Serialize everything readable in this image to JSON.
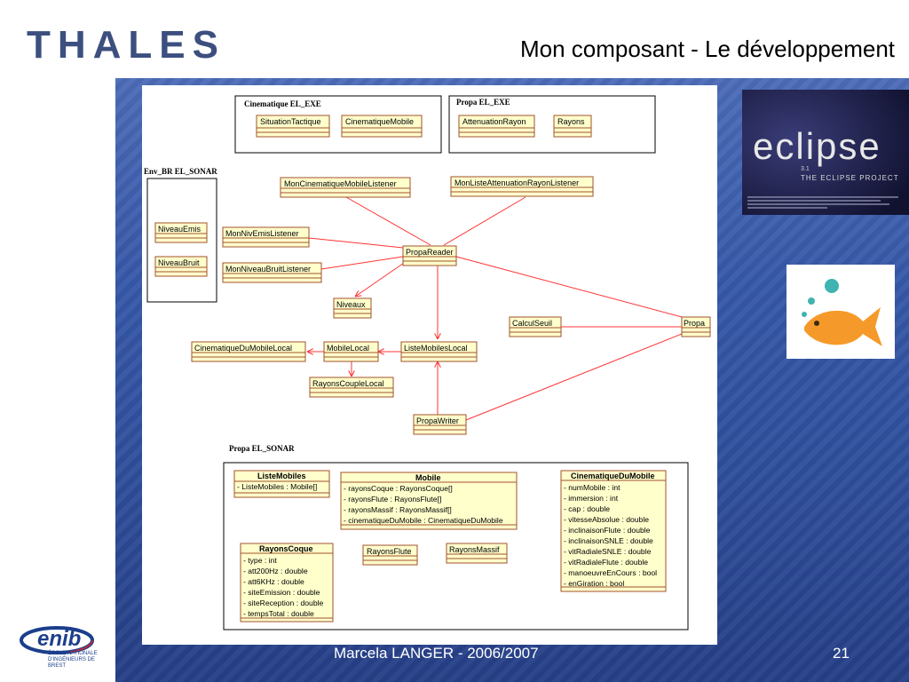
{
  "header": {
    "logo": "THALES",
    "title": "Mon composant - Le développement"
  },
  "footer": {
    "author": "Marcela LANGER - 2006/2007",
    "page_number": "21"
  },
  "eclipse_logo": {
    "word": "eclipse",
    "version": "3.1",
    "project": "THE ECLIPSE PROJECT"
  },
  "enib_logo": {
    "title": "enib",
    "subtitle_line1": "ÉCOLE NATIONALE",
    "subtitle_line2": "D'INGÉNIEURS DE BREST"
  },
  "diagram": {
    "packages": {
      "cinematique": "Cinematique EL_EXE",
      "propa_exe": "Propa EL_EXE",
      "env_br": "Env_BR EL_SONAR",
      "propa_sonar": "Propa EL_SONAR"
    },
    "classes": {
      "situation_tactique": "SituationTactique",
      "cinematique_mobile": "CinematiqueMobile",
      "attenuation_rayon": "AttenuationRayon",
      "rayons": "Rayons",
      "mon_cinematique_listener": "MonCinematiqueMobileListener",
      "mon_liste_attenuation_listener": "MonListeAttenuationRayonListener",
      "niveau_emis": "NiveauEmis",
      "niveau_bruit": "NiveauBruit",
      "mon_niv_emis_listener": "MonNivEmisListener",
      "mon_niveau_bruit_listener": "MonNiveauBruitListener",
      "propa_reader": "PropaReader",
      "niveaux": "Niveaux",
      "calcul_seuil": "CalculSeuil",
      "propa": "Propa",
      "cinematique_du_mobile_local": "CinematiqueDuMobileLocal",
      "mobile_local": "MobileLocal",
      "liste_mobiles_local": "ListeMobilesLocal",
      "rayons_couple_local": "RayonsCoupleLocal",
      "propa_writer": "PropaWriter",
      "rayons_flute": "RayonsFlute",
      "rayons_massif": "RayonsMassif"
    },
    "detailed_classes": {
      "liste_mobiles": {
        "name": "ListeMobiles",
        "attributes": [
          "- ListeMobiles : Mobile[]"
        ]
      },
      "mobile": {
        "name": "Mobile",
        "attributes": [
          "- rayonsCoque : RayonsCoque[]",
          "- rayonsFlute : RayonsFlute[]",
          "- rayonsMassif : RayonsMassif[]",
          "- cinematiqueDuMobile : CinematiqueDuMobile"
        ]
      },
      "cinematique_du_mobile": {
        "name": "CinematiqueDuMobile",
        "attributes": [
          "- numMobile : int",
          "- immersion : int",
          "- cap : double",
          "- vitesseAbsolue : double",
          "- inclinaisonFlute : double",
          "- inclinaisonSNLE : double",
          "- vitRadialeSNLE : double",
          "- vitRadialeFlute : double",
          "- manoeuvreEnCours : bool",
          "- enGiration : bool"
        ]
      },
      "rayons_coque": {
        "name": "RayonsCoque",
        "attributes": [
          "- type : int",
          "- att200Hz : double",
          "- att6KHz : double",
          "- siteEmission : double",
          "- siteReception : double",
          "- tempsTotal : double"
        ]
      }
    }
  },
  "colors": {
    "class_fill": "#ffffcc",
    "class_border": "#a0522d",
    "relation": "#ff3333",
    "slide_blue": "#3658a8",
    "thales_blue": "#3c4f7f"
  }
}
